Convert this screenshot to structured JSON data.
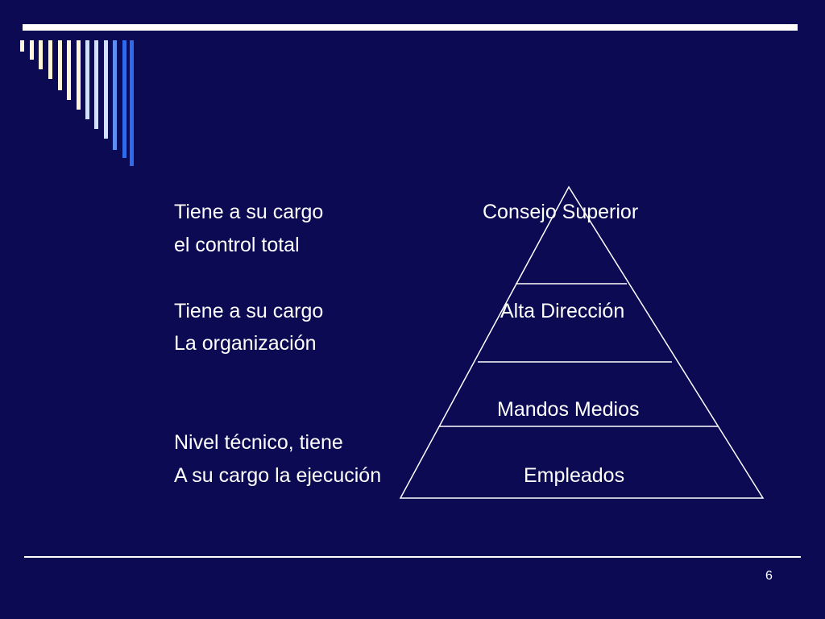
{
  "slide": {
    "left_texts": {
      "consejo_line1": "Tiene a su cargo",
      "consejo_line2": "el control total",
      "alta_line1": "Tiene a su cargo",
      "alta_line2": "La organización",
      "empleados_line1": "Nivel técnico, tiene",
      "empleados_line2": "A su cargo la ejecución"
    },
    "pyramid_levels": {
      "level1": "Consejo Superior",
      "level2": "Alta Dirección",
      "level3": "Mandos Medios",
      "level4": "Empleados"
    },
    "page_number": "6"
  },
  "colors": {
    "background": "#0b0a52",
    "text": "#ffffff",
    "stripe_cream": "#fff6d9",
    "stripe_light_blue": "#cfe1ff",
    "stripe_mid_blue": "#5d8ff2",
    "stripe_blue": "#2f6bea"
  }
}
